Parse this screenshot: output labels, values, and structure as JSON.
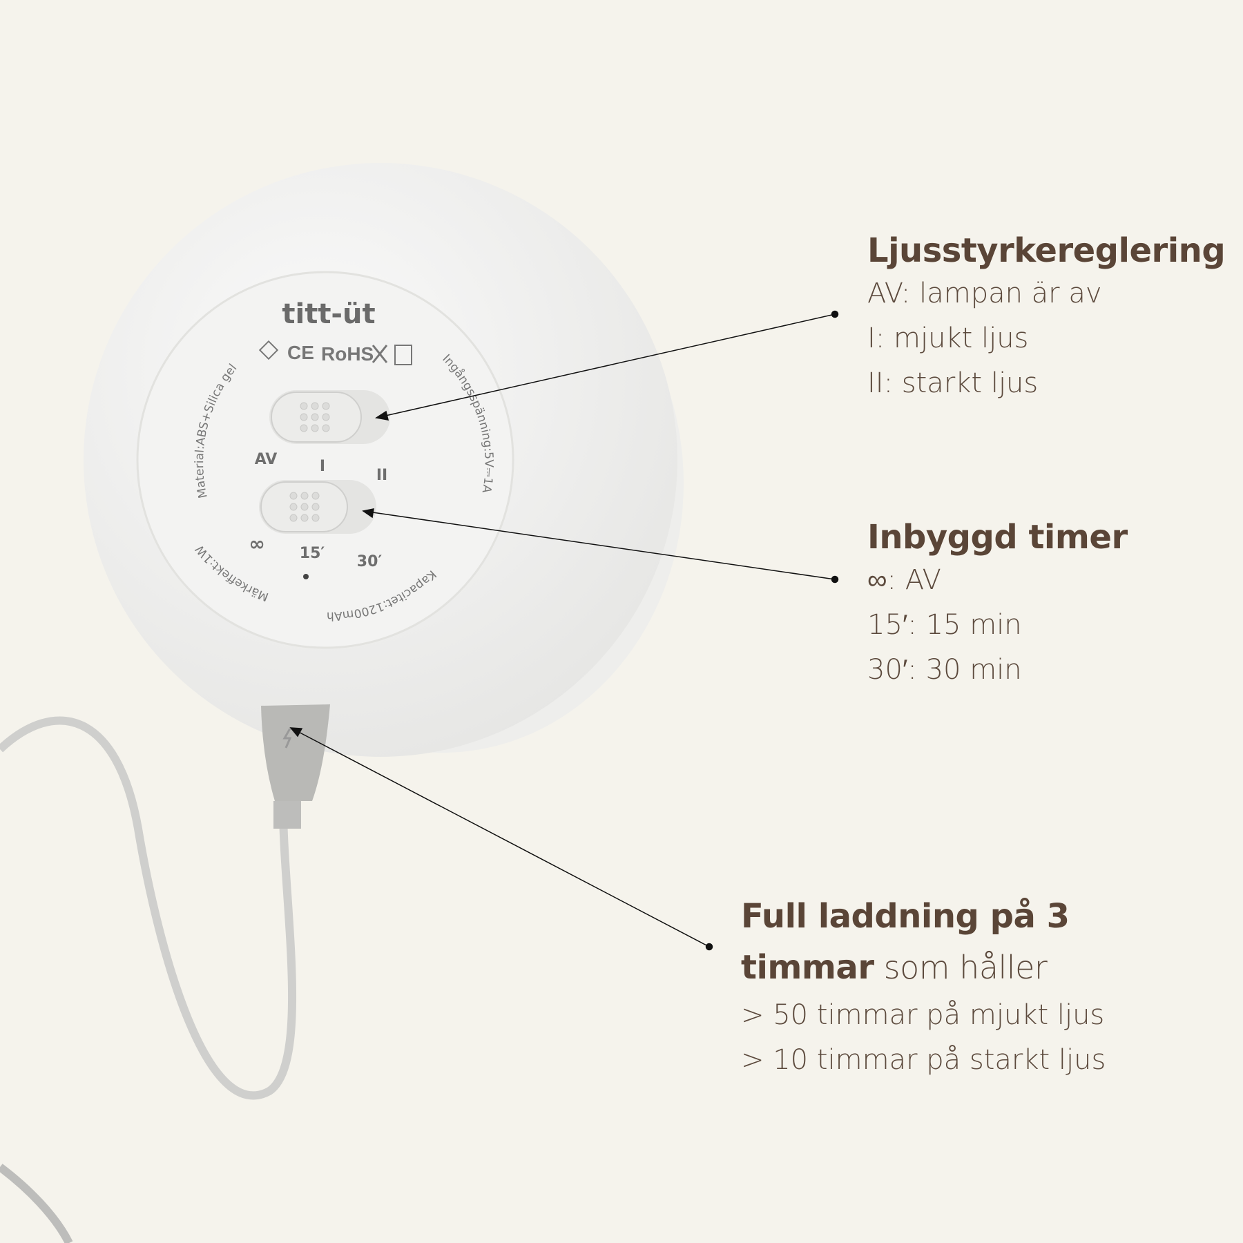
{
  "lamp": {
    "brand": "titt-üt",
    "certifications": [
      "CE",
      "RoHS"
    ],
    "material": "Material:ABS+Silica gel",
    "input_voltage": "Ingångsspänning:5V⎓1A",
    "capacity": "Kapacitet:1200mAh",
    "power": "Märkeffekt:1W",
    "brightness_labels": [
      "AV",
      "I",
      "II"
    ],
    "timer_labels": [
      "∞",
      "15′",
      "30′"
    ]
  },
  "callouts": {
    "brightness": {
      "title": "Ljusstyrkereglering",
      "lines": [
        "AV: lampan är av",
        "I: mjukt ljus",
        "II: starkt ljus"
      ]
    },
    "timer": {
      "title": "Inbyggd timer",
      "lines": [
        "∞: AV",
        "15′: 15 min",
        "30′: 30 min"
      ]
    },
    "charging": {
      "title_bold": "Full laddning på 3",
      "title_bold2": "timmar",
      "title_rest": " som håller",
      "lines": [
        "> 50 timmar på mjukt ljus",
        "> 10 timmar på starkt ljus"
      ]
    }
  },
  "colors": {
    "background": "#f5f3ec",
    "text": "#5c4a3d"
  }
}
